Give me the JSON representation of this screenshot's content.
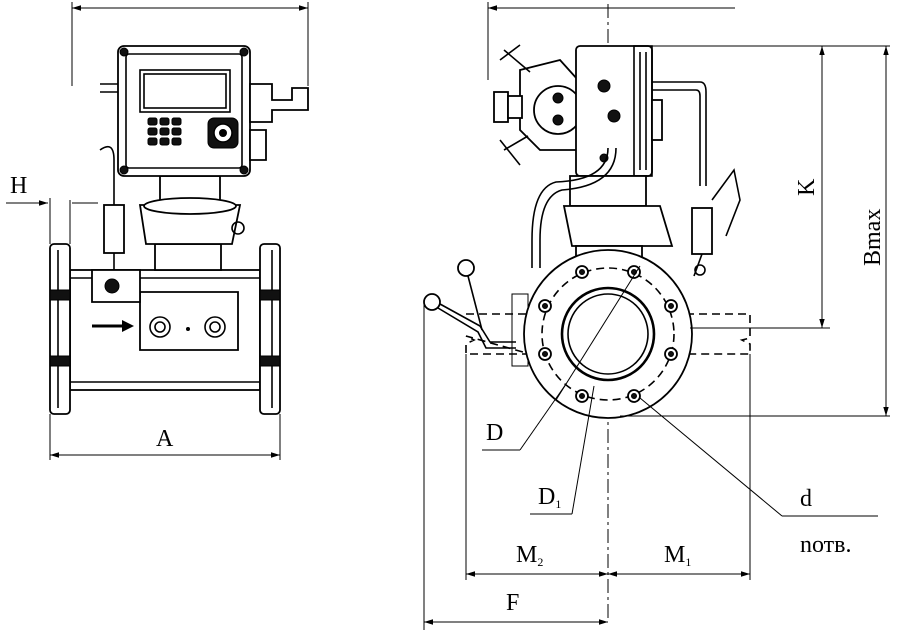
{
  "labels": {
    "H": "H",
    "A": "A",
    "K": "K",
    "Bmax": "Bmax",
    "D": "D",
    "D1_main": "D",
    "D1_sub": "1",
    "d": "d",
    "n_holes": "nотв.",
    "M2_main": "M",
    "M2_sub": "2",
    "M1_main": "M",
    "M1_sub": "1",
    "F": "F"
  }
}
